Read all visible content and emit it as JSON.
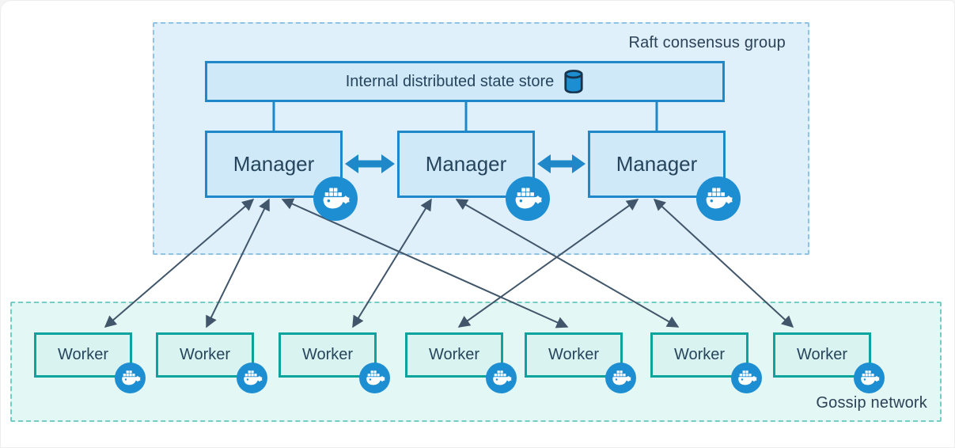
{
  "title": "Docker swarm mode architecture diagram",
  "raft_group": {
    "label": "Raft consensus group",
    "store": {
      "label": "Internal distributed state store",
      "icon": "database-cylinder-icon"
    },
    "managers": [
      {
        "id": "manager-1",
        "label": "Manager",
        "icon": "docker-whale-icon"
      },
      {
        "id": "manager-2",
        "label": "Manager",
        "icon": "docker-whale-icon"
      },
      {
        "id": "manager-3",
        "label": "Manager",
        "icon": "docker-whale-icon"
      }
    ],
    "peer_links": [
      {
        "from": "manager-1",
        "to": "manager-2",
        "bidirectional": true
      },
      {
        "from": "manager-2",
        "to": "manager-3",
        "bidirectional": true
      }
    ]
  },
  "gossip_network": {
    "label": "Gossip network",
    "workers": [
      {
        "id": "worker-1",
        "label": "Worker",
        "icon": "docker-whale-icon"
      },
      {
        "id": "worker-2",
        "label": "Worker",
        "icon": "docker-whale-icon"
      },
      {
        "id": "worker-3",
        "label": "Worker",
        "icon": "docker-whale-icon"
      },
      {
        "id": "worker-4",
        "label": "Worker",
        "icon": "docker-whale-icon"
      },
      {
        "id": "worker-5",
        "label": "Worker",
        "icon": "docker-whale-icon"
      },
      {
        "id": "worker-6",
        "label": "Worker",
        "icon": "docker-whale-icon"
      },
      {
        "id": "worker-7",
        "label": "Worker",
        "icon": "docker-whale-icon"
      }
    ]
  },
  "edges": [
    {
      "from": "manager-1",
      "to": "worker-1",
      "bidirectional": true
    },
    {
      "from": "manager-1",
      "to": "worker-2",
      "bidirectional": true
    },
    {
      "from": "manager-1",
      "to": "worker-5",
      "bidirectional": true
    },
    {
      "from": "manager-2",
      "to": "worker-3",
      "bidirectional": true
    },
    {
      "from": "manager-2",
      "to": "worker-6",
      "bidirectional": true
    },
    {
      "from": "manager-3",
      "to": "worker-4",
      "bidirectional": true
    },
    {
      "from": "manager-3",
      "to": "worker-7",
      "bidirectional": true
    }
  ],
  "colors": {
    "raft_fill": "#dff0fb",
    "raft_border": "#8fc3e3",
    "blue_node_fill": "#cfe9f9",
    "blue_node_border": "#1f88c9",
    "gossip_fill": "#e3f7f4",
    "gossip_border": "#74ccc4",
    "worker_fill": "#d9f4f0",
    "worker_border": "#0ba39b",
    "docker_blue": "#1d8ed2",
    "arrow_dark": "#41566a",
    "label_text": "#2b4257"
  }
}
